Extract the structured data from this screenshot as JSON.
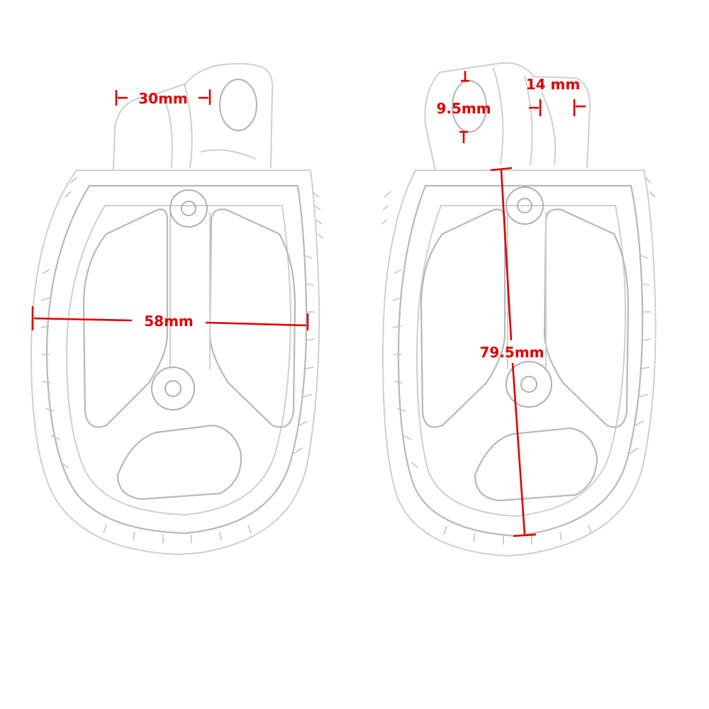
{
  "colors": {
    "dimension": "#e00000",
    "outline": "#cfcfcf",
    "background": "#ffffff"
  },
  "labels": {
    "mount_width": "30mm",
    "pad_width": "58mm",
    "hole_diameter": "9.5mm",
    "mount_thickness": "14 mm",
    "pad_length": "79.5mm"
  }
}
